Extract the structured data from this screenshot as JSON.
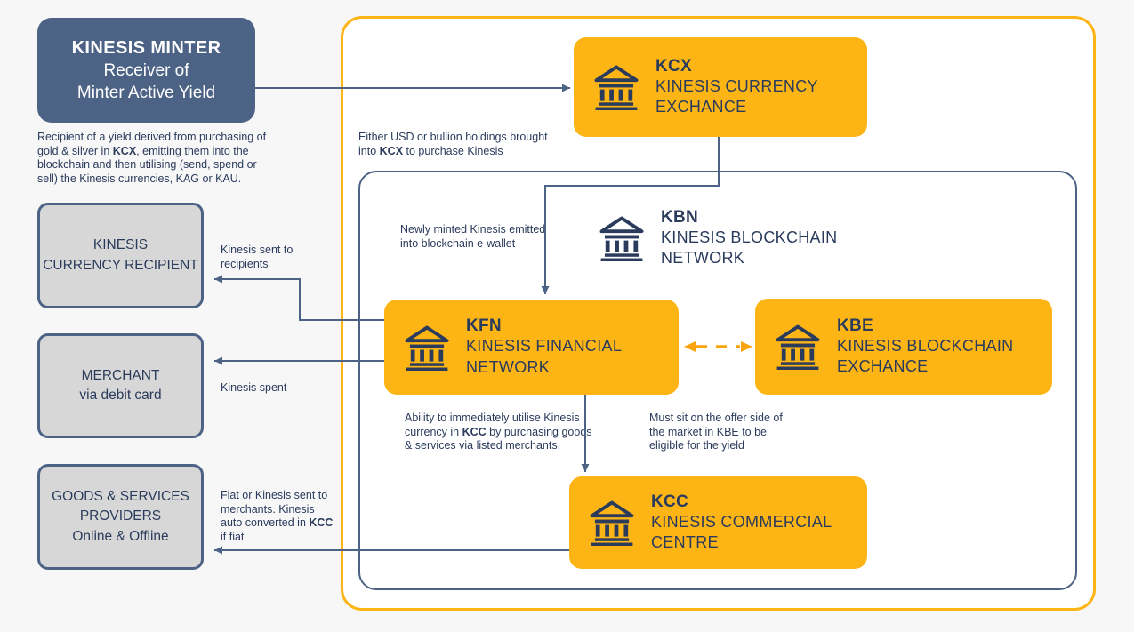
{
  "colors": {
    "accent_orange": "#FCB515",
    "slate_blue": "#4D6386",
    "navy_text": "#2B3B5C",
    "box_gray": "#D7D7D7",
    "dashed_orange": "#F9A40D",
    "background": "#F7F7F8",
    "container_white": "#FFFFFF"
  },
  "minter": {
    "title": "KINESIS MINTER",
    "line2": "Receiver of",
    "line3": "Minter Active Yield",
    "desc": {
      "pre": "Recipient of a yield derived from purchasing of gold & silver in ",
      "bold": "KCX",
      "post": ", emitting them into the blockchain and then utilising (send, spend or sell) the Kinesis currencies, KAG or KAU."
    }
  },
  "left_boxes": {
    "recipient": {
      "line1": "KINESIS",
      "line2": "CURRENCY RECIPIENT"
    },
    "merchant": {
      "line1": "MERCHANT",
      "line2": "via debit card"
    },
    "goods": {
      "line1": "GOODS & SERVICES",
      "line2": "PROVIDERS",
      "line3": "Online & Offline"
    }
  },
  "nodes": {
    "kcx": {
      "code": "KCX",
      "name": "KINESIS CURRENCY EXCHANCE",
      "icon": "bank-icon"
    },
    "kbn": {
      "code": "KBN",
      "name": "KINESIS BLOCKCHAIN NETWORK",
      "icon": "bank-icon"
    },
    "kfn": {
      "code": "KFN",
      "name": "KINESIS FINANCIAL NETWORK",
      "icon": "bank-icon"
    },
    "kbe": {
      "code": "KBE",
      "name": "KINESIS BLOCKCHAIN EXCHANCE",
      "icon": "bank-icon"
    },
    "kcc": {
      "code": "KCC",
      "name": "KINESIS COMMERCIAL CENTRE",
      "icon": "bank-icon"
    }
  },
  "annotations": {
    "kcx_note": {
      "pre": "Either USD or bullion holdings brought into ",
      "bold": "KCX",
      "post": " to purchase Kinesis"
    },
    "newly_minted": {
      "text": "Newly minted Kinesis emitted into blockchain e-wallet"
    },
    "kinesis_sent": {
      "text": "Kinesis sent to recipients"
    },
    "kinesis_spent": {
      "text": "Kinesis spent"
    },
    "fiat_note": {
      "pre": "Fiat or Kinesis sent to merchants. Kinesis auto converted in ",
      "bold": "KCC",
      "post": " if fiat"
    },
    "ability_note": {
      "pre": "Ability to immediately utilise Kinesis currency in ",
      "bold": "KCC",
      "post": " by purchasing goods & services via listed merchants."
    },
    "must_sit": {
      "text": "Must sit on the offer side of the market in KBE to be eligible for the yield"
    }
  }
}
